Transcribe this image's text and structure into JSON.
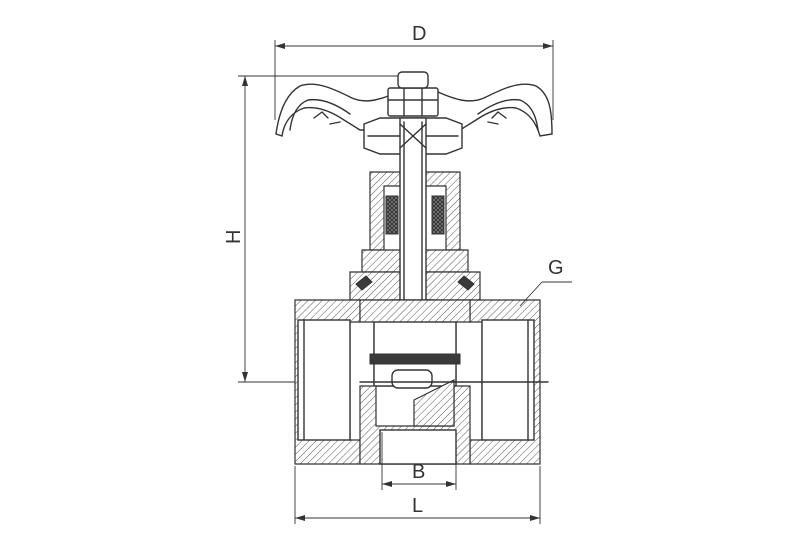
{
  "labels": {
    "D": "D",
    "H": "H",
    "G": "G",
    "B": "B",
    "L": "L"
  },
  "colors": {
    "line": "#333333",
    "background": "#ffffff"
  }
}
